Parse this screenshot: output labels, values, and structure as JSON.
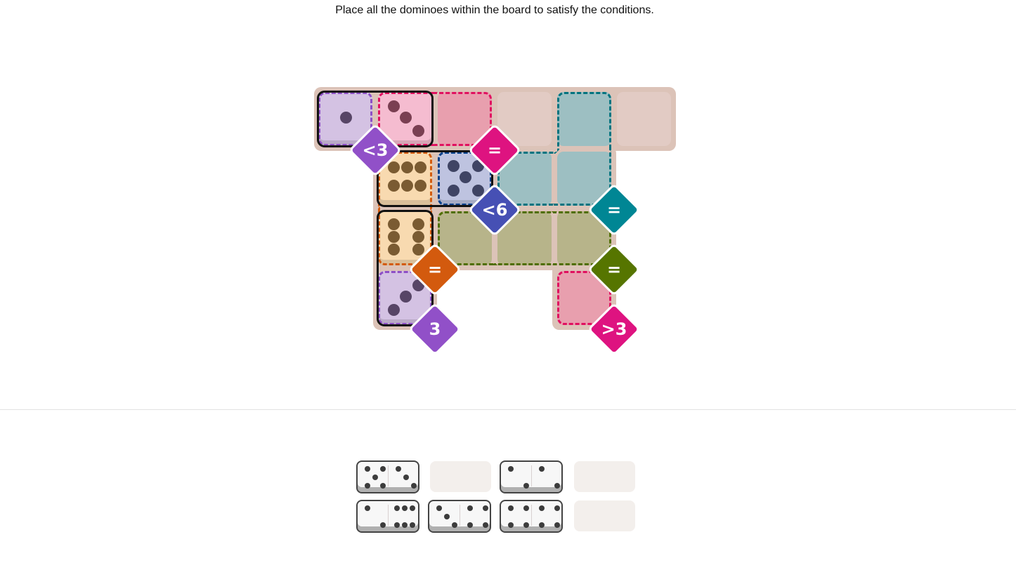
{
  "instruction": "Place all the dominoes within the board to satisfy the conditions.",
  "colors": {
    "board": "#dcc3b8",
    "empty_cell": "#e2cbc4",
    "slot": "#f3efec"
  },
  "board": {
    "cells": [
      [
        0,
        0
      ],
      [
        0,
        1
      ],
      [
        0,
        2
      ],
      [
        0,
        3
      ],
      [
        0,
        4
      ],
      [
        0,
        5
      ],
      [
        1,
        1
      ],
      [
        1,
        2
      ],
      [
        1,
        3
      ],
      [
        1,
        4
      ],
      [
        2,
        1
      ],
      [
        2,
        2
      ],
      [
        2,
        3
      ],
      [
        2,
        4
      ],
      [
        3,
        1
      ],
      [
        3,
        4
      ]
    ],
    "regions": [
      {
        "id": "purple-top",
        "cells": [
          [
            0,
            0
          ]
        ],
        "condition": "<3",
        "border": "#8e4fc6",
        "fill": "#d4c2e3",
        "badge": "#9150c8",
        "badge_cell": [
          0,
          0
        ]
      },
      {
        "id": "pink-top",
        "cells": [
          [
            0,
            1
          ],
          [
            0,
            2
          ]
        ],
        "condition": "=",
        "border": "#e0105f",
        "fill": "#e89fae",
        "badge": "#de1380",
        "badge_cell": [
          0,
          2
        ]
      },
      {
        "id": "teal",
        "cells": [
          [
            0,
            4
          ],
          [
            1,
            3
          ],
          [
            1,
            4
          ]
        ],
        "condition": "=",
        "border": "#00737f",
        "fill": "#9dbfc2",
        "badge": "#008694",
        "badge_cell": [
          1,
          4
        ]
      },
      {
        "id": "orange",
        "cells": [
          [
            1,
            1
          ],
          [
            2,
            1
          ]
        ],
        "condition": "=",
        "border": "#d35a0e",
        "fill": "#f8dab0",
        "badge": "#d35a0e",
        "badge_cell": [
          2,
          1
        ]
      },
      {
        "id": "blue",
        "cells": [
          [
            1,
            2
          ]
        ],
        "condition": "<6",
        "border": "#003f8a",
        "fill": "#bec3e0",
        "badge": "#4650b4",
        "badge_cell": [
          1,
          2
        ]
      },
      {
        "id": "olive",
        "cells": [
          [
            2,
            2
          ],
          [
            2,
            3
          ],
          [
            2,
            4
          ]
        ],
        "condition": "=",
        "border": "#4f6e00",
        "fill": "#b7b48a",
        "badge": "#567500",
        "badge_cell": [
          2,
          4
        ]
      },
      {
        "id": "purple-bottom",
        "cells": [
          [
            3,
            1
          ]
        ],
        "condition": "3",
        "border": "#8e4fc6",
        "fill": "#d4c2e3",
        "badge": "#9150c8",
        "badge_cell": [
          3,
          1
        ]
      },
      {
        "id": "pink-bottom",
        "cells": [
          [
            3,
            4
          ]
        ],
        "condition": ">3",
        "border": "#e0105f",
        "fill": "#e89fae",
        "badge": "#de1380",
        "badge_cell": [
          3,
          4
        ]
      }
    ],
    "placed": [
      {
        "cells": [
          [
            0,
            0
          ],
          [
            0,
            1
          ]
        ],
        "values": [
          1,
          3
        ],
        "fills": [
          "#d4c2e3",
          "#f5bcd0"
        ],
        "pip_colors": [
          "#574566",
          "#7a3f52"
        ]
      },
      {
        "cells": [
          [
            1,
            1
          ],
          [
            1,
            2
          ]
        ],
        "values": [
          6,
          5
        ],
        "fills": [
          "#f8dab0",
          "#bec3e0"
        ],
        "pip_colors": [
          "#7a5b32",
          "#3f4464"
        ]
      },
      {
        "cells": [
          [
            2,
            1
          ],
          [
            3,
            1
          ]
        ],
        "values": [
          6,
          3
        ],
        "fills": [
          "#f8dab0",
          "#d4c2e3"
        ],
        "pip_colors": [
          "#7a5b32",
          "#574566"
        ],
        "vertical": true
      }
    ]
  },
  "tray": [
    [
      {
        "values": [
          5,
          3
        ]
      },
      null,
      {
        "values": [
          2,
          2
        ]
      },
      null
    ],
    [
      {
        "values": [
          2,
          6
        ]
      },
      {
        "values": [
          3,
          4
        ]
      },
      {
        "values": [
          4,
          4
        ]
      },
      null
    ]
  ]
}
